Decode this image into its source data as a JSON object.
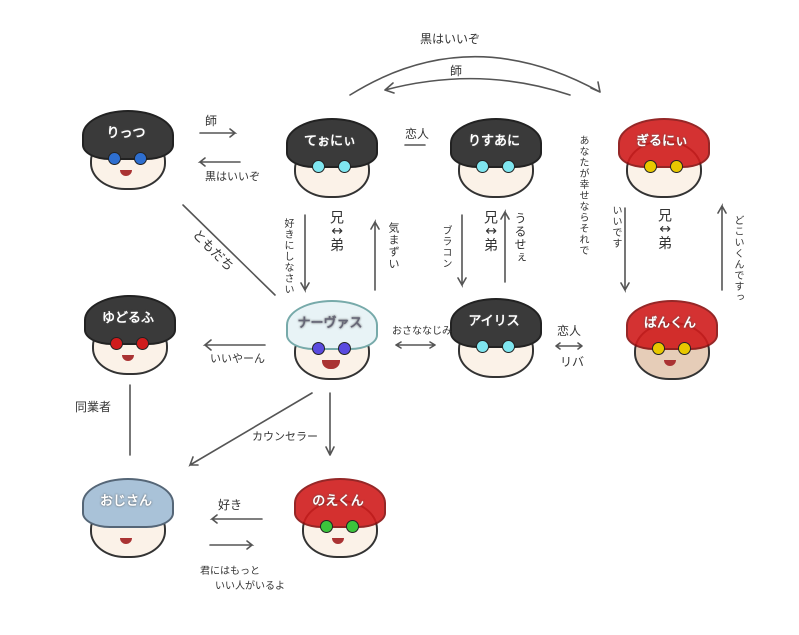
{
  "characters": [
    {
      "name": "りっつ",
      "hair": "#3a3a3a",
      "eyes": "#2e6fd0"
    },
    {
      "name": "てぉにぃ",
      "hair": "#3a3a3a",
      "eyes": "#7fe6f0"
    },
    {
      "name": "りすあに",
      "hair": "#3a3a3a",
      "eyes": "#7fe6f0"
    },
    {
      "name": "ぎるにぃ",
      "hair": "#d01c1c",
      "eyes": "#e8c800"
    },
    {
      "name": "ゆどるふ",
      "hair": "#3a3a3a",
      "eyes": "#d01c1c"
    },
    {
      "name": "ナーヴァス",
      "hair": "#e8f3f6",
      "eyes": "#5a4be0"
    },
    {
      "name": "アイリス",
      "hair": "#3a3a3a",
      "eyes": "#7fe6f0"
    },
    {
      "name": "ばんくん",
      "hair": "#d01c1c",
      "eyes": "#e8c800"
    },
    {
      "name": "おじさん",
      "hair": "#a9c2d8",
      "eyes": "#a9c2d8"
    },
    {
      "name": "のえくん",
      "hair": "#d01c1c",
      "eyes": "#3cc43c"
    }
  ],
  "labels": {
    "kuro_top": "黒はいいぞ",
    "shi_top": "師",
    "shi_left": "師",
    "kuro_left": "黒はいいぞ",
    "koibito1": "恋人",
    "kyodai1": "兄↕弟",
    "sukini": "好きにしなさい",
    "kimazui": "気まずい",
    "kyodai2": "兄↕弟",
    "burakon": "ブラコン",
    "urusee": "うるせぇ",
    "anata": "あなたが幸せならそれで",
    "iidesu": "いいです",
    "kyodai3": "兄↕弟",
    "dokoiku": "どこいくんですっ",
    "tomodachi": "ともだち",
    "iiyatsu": "いいやーん",
    "osananajimi": "おさななじみ",
    "koibito2": "恋人",
    "riba": "リバ",
    "dogyosha": "同業者",
    "counselor": "カウンセラー",
    "suki": "好き",
    "kimi": "君にはもっと",
    "iihito": "いい人がいるよ"
  }
}
